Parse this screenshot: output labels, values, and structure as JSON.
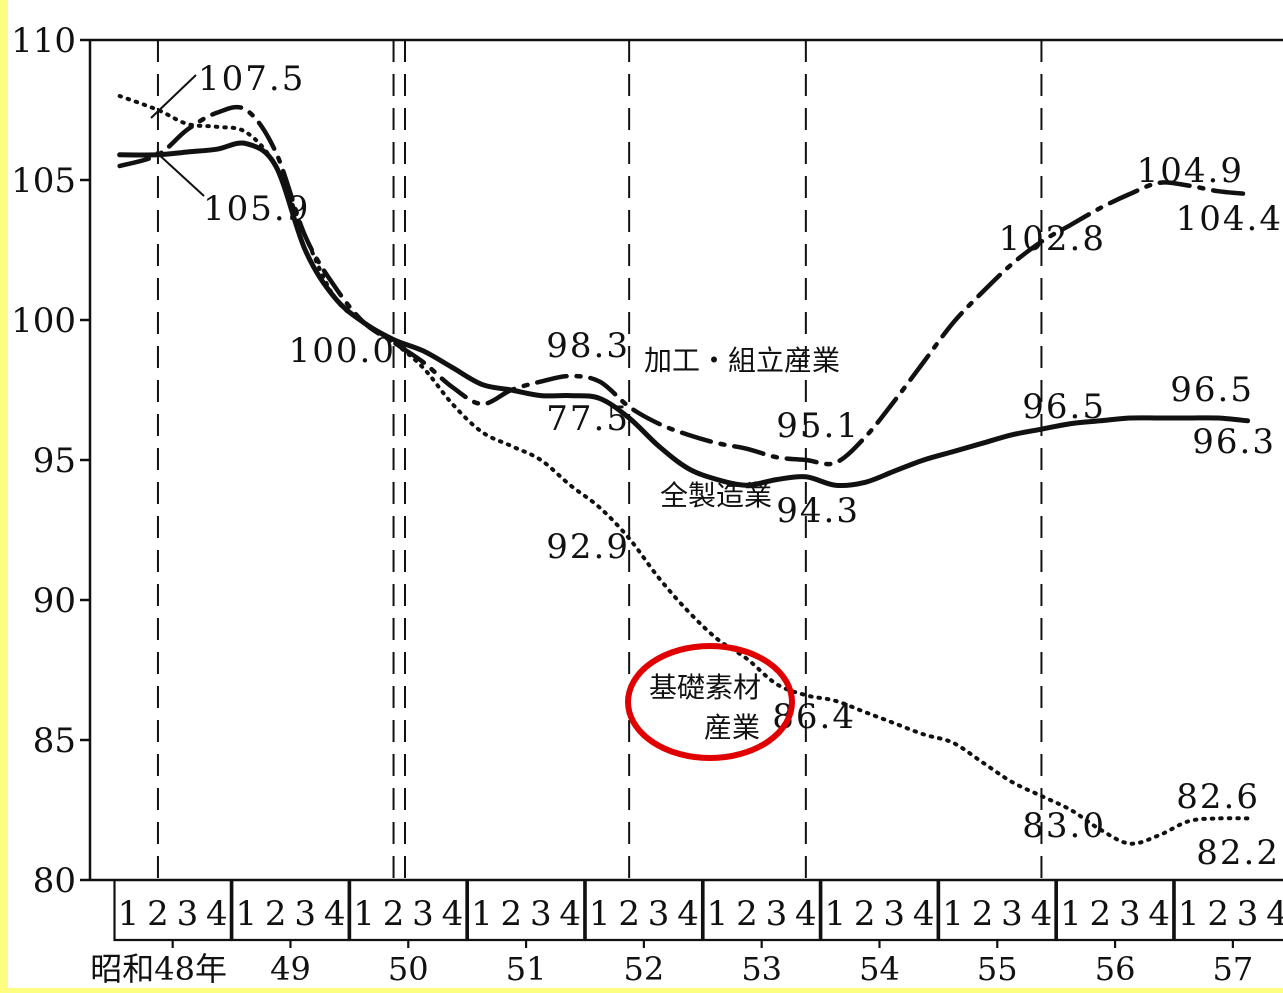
{
  "chart_data": {
    "type": "line",
    "title": "",
    "xlabel": "",
    "ylabel": "",
    "ylim": [
      80,
      110
    ],
    "yticks": [
      "80",
      "85",
      "90",
      "95",
      "100",
      "105",
      "110"
    ],
    "quarter_ticks": [
      "1",
      "2",
      "3",
      "4"
    ],
    "year_labels": [
      "昭和48年",
      "49",
      "50",
      "51",
      "52",
      "53",
      "54",
      "55",
      "56",
      "57"
    ],
    "x_unit": "quarter index from 昭和48年 Q1 (0) to 57年 Q4 (39)",
    "grid": "dashed vertical lines at Q2 of 48, 50, 52, 54, 56 and Q4 of 53, 55",
    "series": [
      {
        "name": "全製造業",
        "style": "solid",
        "points": [
          [
            -0.3,
            105.9
          ],
          [
            1,
            105.9
          ],
          [
            2,
            106.0
          ],
          [
            3,
            106.1
          ],
          [
            4,
            106.3
          ],
          [
            5,
            105.5
          ],
          [
            6,
            102.5
          ],
          [
            7,
            100.8
          ],
          [
            8,
            99.9
          ],
          [
            9,
            99.3
          ],
          [
            10,
            98.9
          ],
          [
            11,
            98.3
          ],
          [
            12,
            97.7
          ],
          [
            13,
            97.5
          ],
          [
            14,
            97.3
          ],
          [
            15,
            97.3
          ],
          [
            16,
            97.2
          ],
          [
            17,
            96.5
          ],
          [
            18,
            95.5
          ],
          [
            19,
            94.7
          ],
          [
            20,
            94.3
          ],
          [
            21,
            94.1
          ],
          [
            22,
            94.3
          ],
          [
            23,
            94.4
          ],
          [
            24,
            94.1
          ],
          [
            25,
            94.2
          ],
          [
            26,
            94.6
          ],
          [
            27,
            95.0
          ],
          [
            28,
            95.3
          ],
          [
            29,
            95.6
          ],
          [
            30,
            95.9
          ],
          [
            31,
            96.1
          ],
          [
            32,
            96.3
          ],
          [
            33,
            96.4
          ],
          [
            34,
            96.5
          ],
          [
            35,
            96.5
          ],
          [
            36,
            96.5
          ],
          [
            37,
            96.5
          ],
          [
            38,
            96.4
          ]
        ]
      },
      {
        "name": "加工・組立産業",
        "style": "dash-dot",
        "points": [
          [
            -0.3,
            105.5
          ],
          [
            1,
            105.9
          ],
          [
            2,
            106.8
          ],
          [
            3,
            107.4
          ],
          [
            4,
            107.5
          ],
          [
            5,
            106.0
          ],
          [
            6,
            103.0
          ],
          [
            7,
            101.2
          ],
          [
            8,
            99.9
          ],
          [
            9,
            99.2
          ],
          [
            10,
            98.5
          ],
          [
            11,
            97.6
          ],
          [
            12,
            97.0
          ],
          [
            13,
            97.5
          ],
          [
            14,
            97.8
          ],
          [
            15,
            98.0
          ],
          [
            16,
            97.8
          ],
          [
            17,
            96.9
          ],
          [
            18,
            96.3
          ],
          [
            19,
            95.9
          ],
          [
            20,
            95.6
          ],
          [
            21,
            95.4
          ],
          [
            22,
            95.1
          ],
          [
            23,
            95.0
          ],
          [
            24,
            94.9
          ],
          [
            25,
            95.8
          ],
          [
            26,
            97.1
          ],
          [
            27,
            98.5
          ],
          [
            28,
            99.9
          ],
          [
            29,
            101.0
          ],
          [
            30,
            102.0
          ],
          [
            31,
            102.8
          ],
          [
            32,
            103.4
          ],
          [
            33,
            104.0
          ],
          [
            34,
            104.5
          ],
          [
            35,
            104.9
          ],
          [
            36,
            104.8
          ],
          [
            37,
            104.6
          ],
          [
            38,
            104.5
          ]
        ]
      },
      {
        "name": "基礎素材産業",
        "style": "dotted",
        "points": [
          [
            -0.3,
            108.0
          ],
          [
            1,
            107.5
          ],
          [
            2,
            107.0
          ],
          [
            3,
            106.9
          ],
          [
            4,
            106.7
          ],
          [
            5,
            105.5
          ],
          [
            6,
            103.0
          ],
          [
            7,
            100.8
          ],
          [
            8,
            99.9
          ],
          [
            9,
            99.2
          ],
          [
            10,
            98.3
          ],
          [
            11,
            97.0
          ],
          [
            12,
            96.0
          ],
          [
            13,
            95.5
          ],
          [
            14,
            95.0
          ],
          [
            15,
            94.1
          ],
          [
            16,
            93.3
          ],
          [
            17,
            92.2
          ],
          [
            18,
            90.8
          ],
          [
            19,
            89.6
          ],
          [
            20,
            88.6
          ],
          [
            21,
            87.9
          ],
          [
            22,
            87.0
          ],
          [
            23,
            86.6
          ],
          [
            24,
            86.4
          ],
          [
            25,
            86.0
          ],
          [
            26,
            85.6
          ],
          [
            27,
            85.2
          ],
          [
            28,
            84.9
          ],
          [
            29,
            84.2
          ],
          [
            30,
            83.5
          ],
          [
            31,
            83.0
          ],
          [
            32,
            82.5
          ],
          [
            33,
            81.8
          ],
          [
            34,
            81.3
          ],
          [
            35,
            81.6
          ],
          [
            36,
            82.1
          ],
          [
            37,
            82.2
          ],
          [
            38,
            82.2
          ]
        ]
      }
    ],
    "annotations": [
      "107.5",
      "105.9",
      "100.0",
      "98.3",
      "77.5",
      "95.1",
      "94.3",
      "92.9",
      "86.4",
      "83.0",
      "102.8",
      "104.9",
      "104.4",
      "96.5",
      "96.5",
      "96.3",
      "82.6",
      "82.2"
    ]
  },
  "series_labels": {
    "kako": "加工・組立産業",
    "zen": "全製造業",
    "kiso_line1": "基礎素材",
    "kiso_line2": "産業"
  },
  "colors": {
    "line": "#111111",
    "highlight_circle": "#e00000",
    "frame": "#fdfd80"
  }
}
